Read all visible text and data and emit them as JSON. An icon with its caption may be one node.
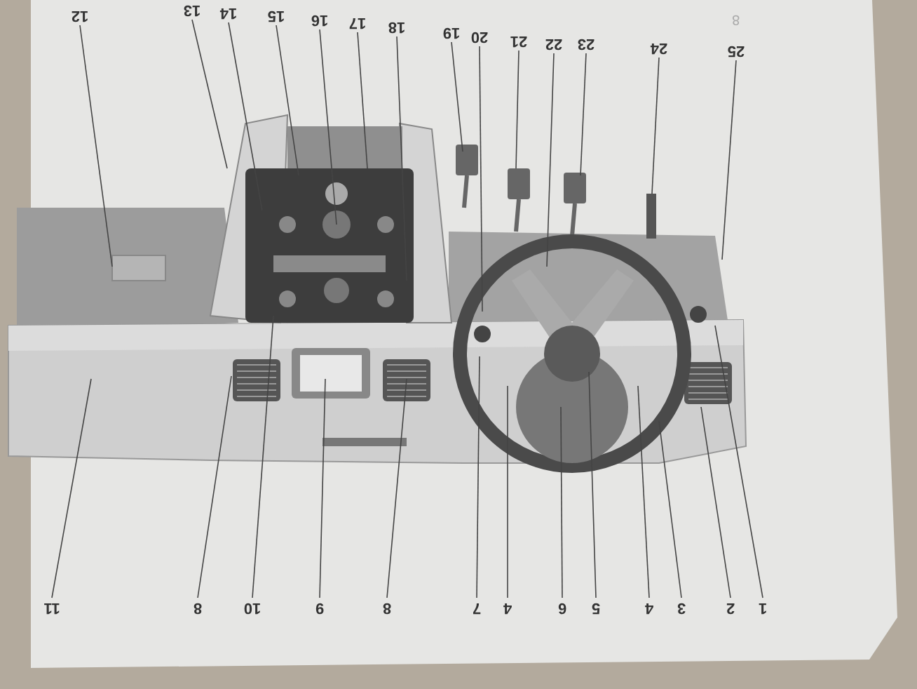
{
  "diagram": {
    "nodes": [
      {
        "text": [
          "12"
        ]
      },
      {
        "text": [
          "13"
        ]
      },
      {
        "text": [
          "14"
        ]
      },
      {
        "text": [
          "15"
        ]
      },
      {
        "text": [
          "16"
        ]
      },
      {
        "text": [
          "17"
        ]
      },
      {
        "text": [
          "18"
        ]
      },
      {
        "text": [
          "19"
        ]
      },
      {
        "text": [
          "20"
        ]
      },
      {
        "text": [
          "21"
        ]
      },
      {
        "text": [
          "22"
        ]
      },
      {
        "text": [
          "23"
        ]
      },
      {
        "text": [
          "24"
        ]
      },
      {
        "text": [
          "25"
        ]
      },
      {
        "text": [
          "11"
        ]
      },
      {
        "text": [
          "8"
        ]
      },
      {
        "text": [
          "10"
        ]
      },
      {
        "text": [
          "9"
        ]
      },
      {
        "text": [
          "8"
        ]
      },
      {
        "text": [
          "7"
        ]
      },
      {
        "text": [
          "4"
        ]
      },
      {
        "text": [
          "6"
        ]
      },
      {
        "text": [
          "5"
        ]
      },
      {
        "text": [
          "4"
        ]
      },
      {
        "text": [
          "3"
        ]
      },
      {
        "text": [
          "2"
        ]
      },
      {
        "text": [
          "1"
        ]
      }
    ],
    "edges": [
      {
        "from": 0,
        "to": null,
        "arrow": "none"
      },
      {
        "from": 1,
        "to": null,
        "arrow": "none"
      },
      {
        "from": 2,
        "to": null,
        "arrow": "none"
      },
      {
        "from": 3,
        "to": null,
        "arrow": "none"
      },
      {
        "from": 4,
        "to": null,
        "arrow": "none"
      },
      {
        "from": 5,
        "to": null,
        "arrow": "none"
      },
      {
        "from": 6,
        "to": null,
        "arrow": "none"
      },
      {
        "from": 7,
        "to": null,
        "arrow": "none"
      },
      {
        "from": 8,
        "to": null,
        "arrow": "none"
      },
      {
        "from": 9,
        "to": null,
        "arrow": "none"
      },
      {
        "from": 10,
        "to": null,
        "arrow": "none"
      },
      {
        "from": 11,
        "to": null,
        "arrow": "none"
      },
      {
        "from": 12,
        "to": null,
        "arrow": "none"
      },
      {
        "from": 13,
        "to": null,
        "arrow": "none"
      },
      {
        "from": 14,
        "to": null,
        "arrow": "none"
      },
      {
        "from": 15,
        "to": null,
        "arrow": "none"
      },
      {
        "from": 16,
        "to": null,
        "arrow": "none"
      },
      {
        "from": 17,
        "to": null,
        "arrow": "none"
      },
      {
        "from": 18,
        "to": null,
        "arrow": "none"
      },
      {
        "from": 19,
        "to": null,
        "arrow": "none"
      },
      {
        "from": 20,
        "to": null,
        "arrow": "none"
      },
      {
        "from": 21,
        "to": null,
        "arrow": "none"
      },
      {
        "from": 22,
        "to": null,
        "arrow": "none"
      },
      {
        "from": 23,
        "to": null,
        "arrow": "none"
      },
      {
        "from": 24,
        "to": null,
        "arrow": "none"
      },
      {
        "from": 25,
        "to": null,
        "arrow": "none"
      },
      {
        "from": 26,
        "to": null,
        "arrow": "none"
      }
    ],
    "labels": [
      "8"
    ]
  }
}
